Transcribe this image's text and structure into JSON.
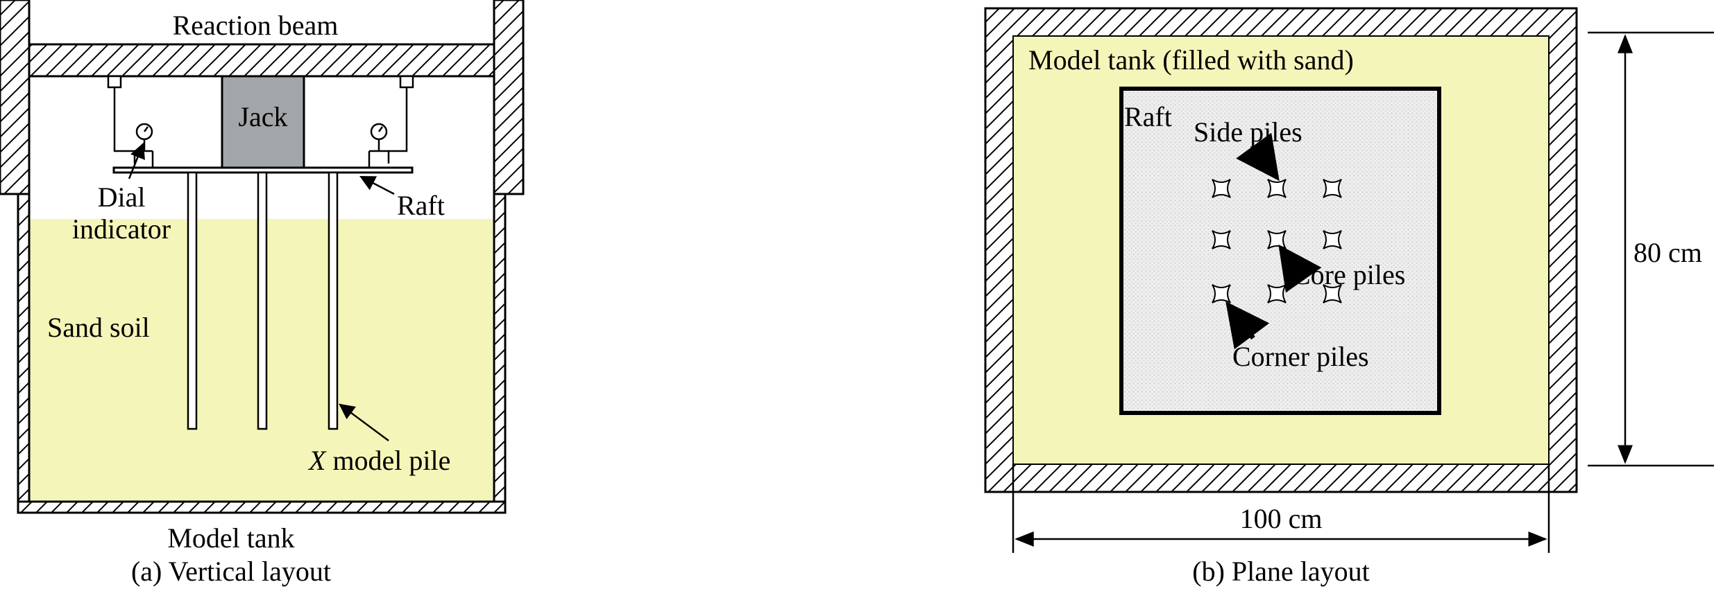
{
  "figure": {
    "vertical": {
      "caption": "(a) Vertical layout",
      "reaction_beam": "Reaction beam",
      "jack": "Jack",
      "dial_indicator_line1": "Dial",
      "dial_indicator_line2": "indicator",
      "raft": "Raft",
      "sand_soil": "Sand soil",
      "model_pile_symbol": "X",
      "model_pile_text": " model pile",
      "model_tank": "Model tank"
    },
    "plane": {
      "caption": "(b) Plane layout",
      "model_tank": "Model tank (filled with sand)",
      "raft": "Raft",
      "side_piles": "Side piles",
      "core_piles": "Core piles",
      "corner_piles": "Corner piles",
      "height_dim": "80 cm",
      "width_dim": "100 cm"
    }
  },
  "colors": {
    "sand": "#f4f5b8",
    "jack": "#a2a6a8",
    "line": "#000000"
  }
}
